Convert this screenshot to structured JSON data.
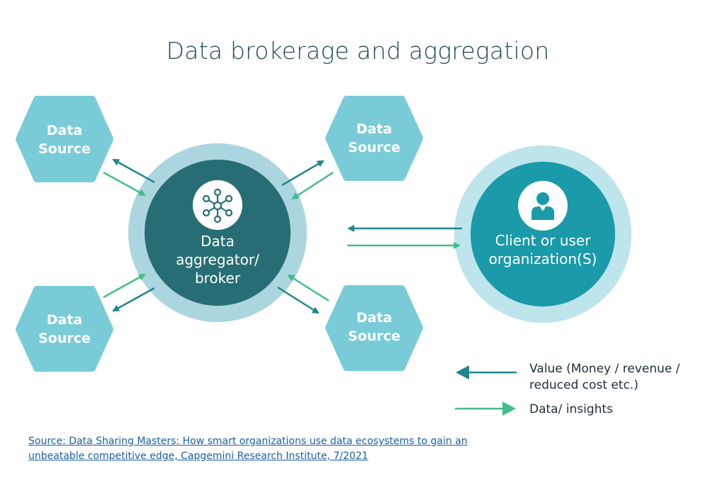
{
  "title": "Data brokerage and aggregation",
  "colors": {
    "hexagon": "#79ccd7",
    "aggregator_outer": "#acd6df",
    "aggregator_inner": "#276e74",
    "client_outer": "#bde5eb",
    "client_inner": "#1b9aa9",
    "value_arrow": "#22868d",
    "data_arrow": "#43bd8a",
    "title_text": "#1f4a55",
    "link": "#1a5fa5"
  },
  "nodes": {
    "data_sources": [
      {
        "line1": "Data",
        "line2": "Source"
      },
      {
        "line1": "Data",
        "line2": "Source"
      },
      {
        "line1": "Data",
        "line2": "Source"
      },
      {
        "line1": "Data",
        "line2": "Source"
      }
    ],
    "aggregator": {
      "line1": "Data",
      "line2": "aggregator/",
      "line3": "broker",
      "icon": "network-hub-icon"
    },
    "client": {
      "line1": "Client or user",
      "line2": "organization(S)",
      "icon": "user-person-icon"
    }
  },
  "legend": {
    "value_label_line1": "Value (Money / revenue /",
    "value_label_line2": "reduced cost etc.)",
    "data_label": "Data/ insights"
  },
  "source": {
    "line1": "Source: Data Sharing Masters: How smart organizations use data ecosystems to gain an",
    "line2": "unbeatable competitive edge, Capgemini Research Institute, 7/2021"
  }
}
